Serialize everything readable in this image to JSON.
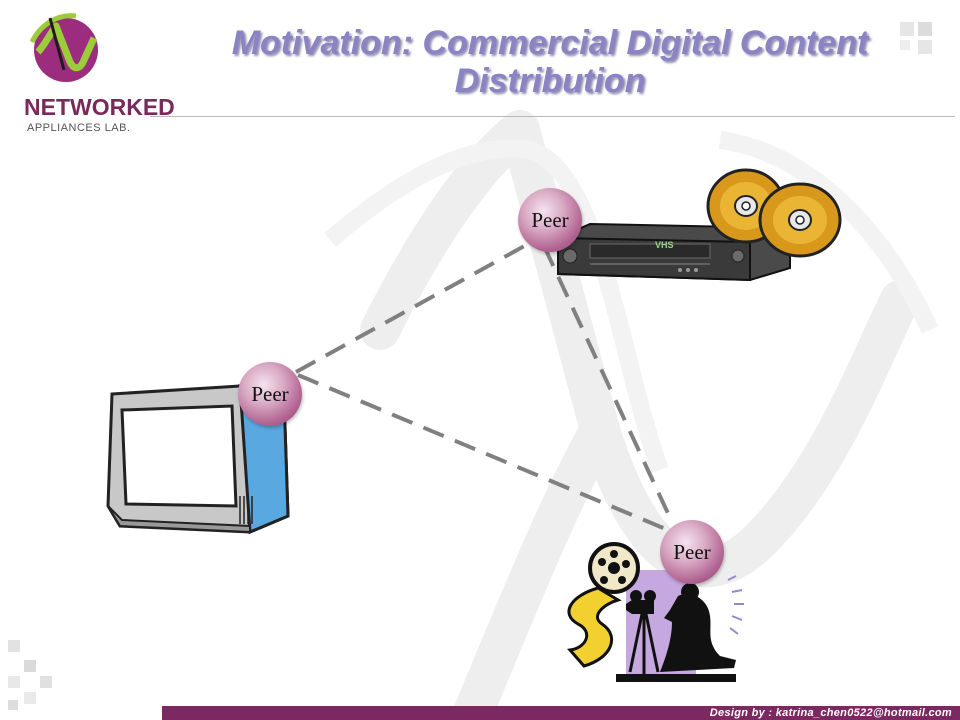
{
  "slide": {
    "title_line1": "Motivation: Commercial Digital Content",
    "title_line2": "Distribution"
  },
  "logo": {
    "name": "NETWORKED",
    "subtitle": "APPLIANCES LAB.",
    "icon": "networked-appliances-lab-logo-icon"
  },
  "diagram": {
    "nodes": [
      {
        "id": "peer-media-player",
        "label": "Peer",
        "device": "vhs-player-with-discs"
      },
      {
        "id": "peer-tv",
        "label": "Peer",
        "device": "television"
      },
      {
        "id": "peer-movie",
        "label": "Peer",
        "device": "movie-camera-and-film-reel"
      }
    ],
    "edges": [
      {
        "from": "peer-tv",
        "to": "peer-media-player",
        "style": "dashed"
      },
      {
        "from": "peer-tv",
        "to": "peer-movie",
        "style": "dashed"
      },
      {
        "from": "peer-media-player",
        "to": "peer-movie",
        "style": "dashed"
      }
    ],
    "vhs_label": "VHS"
  },
  "footer": {
    "credit": "Design by : katrina_chen0522@hotmail.com"
  },
  "colors": {
    "title": "#8a83c4",
    "footer_bar": "#7c2861",
    "peer_node": "#b06290",
    "edge": "#808080",
    "tv_screen_side": "#5aa8e0",
    "disc": "#e0a020"
  }
}
